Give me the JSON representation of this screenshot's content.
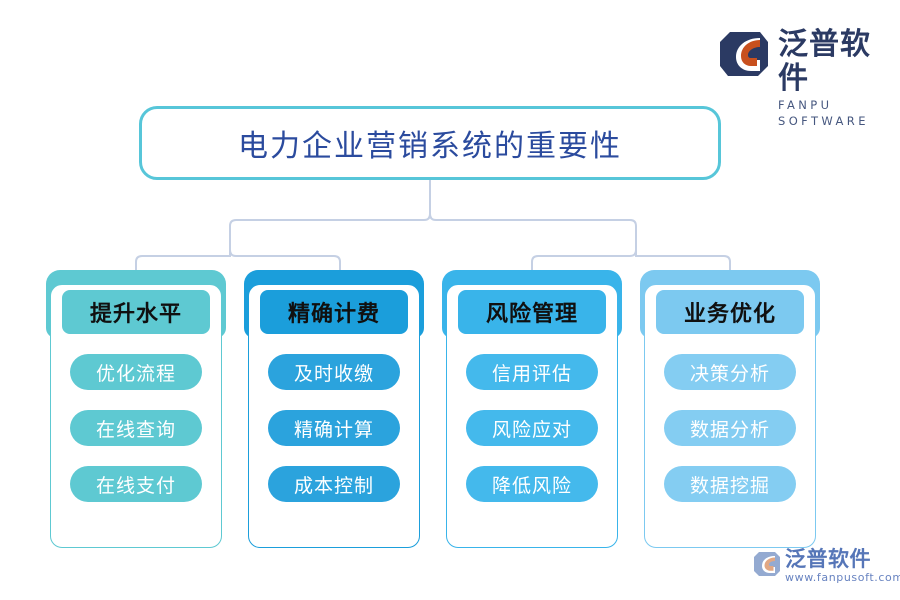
{
  "brand": {
    "logo_icon": "fanpu-hexagon-swoosh-logo",
    "name_cn": "泛普软件",
    "name_en": "FANPU SOFTWARE",
    "navy": "#2b3a63",
    "orange": "#c8501e"
  },
  "title": {
    "text": "电力企业营销系统的重要性",
    "text_color": "#2b4b9e",
    "border_color": "#57c6d9"
  },
  "connectors": {
    "line_color": "#c5d0e4"
  },
  "columns": [
    {
      "header": "提升水平",
      "color": "#5ec9d2",
      "pill_color": "#5ec9d2",
      "items": [
        "优化流程",
        "在线查询",
        "在线支付"
      ]
    },
    {
      "header": "精确计费",
      "color": "#1b9edb",
      "pill_color": "#2ba3dd",
      "items": [
        "及时收缴",
        "精确计算",
        "成本控制"
      ]
    },
    {
      "header": "风险管理",
      "color": "#39b4ea",
      "pill_color": "#44b9ec",
      "items": [
        "信用评估",
        "风险应对",
        "降低风险"
      ]
    },
    {
      "header": "业务优化",
      "color": "#7cc9f0",
      "pill_color": "#84cdf2",
      "items": [
        "决策分析",
        "数据分析",
        "数据挖掘"
      ]
    }
  ],
  "watermark": {
    "logo_icon": "fanpu-watermark-logo",
    "name_cn": "泛普软件",
    "url": "www.fanpusoft.com"
  }
}
